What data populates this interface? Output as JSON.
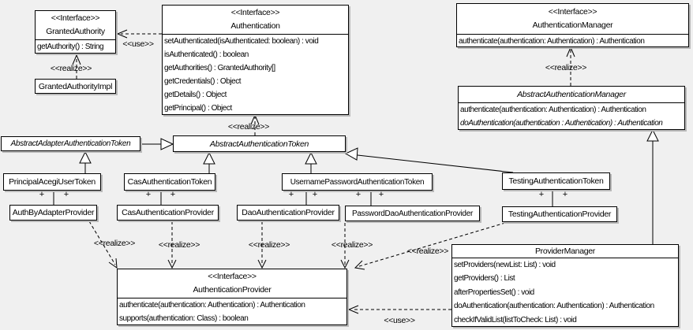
{
  "classes": {
    "granted_authority": {
      "stereotype": "<<Interface>>",
      "name": "GrantedAuthority",
      "methods": [
        "getAuthority() : String"
      ]
    },
    "granted_authority_impl": {
      "name": "GrantedAuthorityImpl"
    },
    "authentication": {
      "stereotype": "<<Interface>>",
      "name": "Authentication",
      "methods": [
        "setAuthenticated(isAuthenticated: boolean) : void",
        "isAuthenticated() : boolean",
        "getAuthorities() : GrantedAuthority[]",
        "getCredentials() : Object",
        "getDetails() : Object",
        "getPrincipal() : Object"
      ]
    },
    "authentication_manager": {
      "stereotype": "<<Interface>>",
      "name": "AuthenticationManager",
      "methods": [
        "authenticate(authentication: Authentication) : Authentication"
      ]
    },
    "abstract_authentication_manager": {
      "name": "AbstractAuthenticationManager",
      "methods": [
        "authenticate(authentication: Authentication) : Authentication",
        "doAuthentication(authentication : Authentication) : Authentication"
      ]
    },
    "abstract_adapter_authentication_token": {
      "name": "AbstractAdapterAuthenticationToken"
    },
    "abstract_authentication_token": {
      "name": "AbstractAuthenticationToken"
    },
    "principal_acegi_user_token": {
      "name": "PrincipalAcegiUserToken"
    },
    "cas_authentication_token": {
      "name": "CasAuthenticationToken"
    },
    "username_password_authentication_token": {
      "name": "UsernamePasswordAuthenticationToken"
    },
    "testing_authentication_token": {
      "name": "TestingAuthenticationToken"
    },
    "auth_by_adapter_provider": {
      "name": "AuthByAdapterProvider"
    },
    "cas_authentication_provider": {
      "name": "CasAuthenticationProvider"
    },
    "dao_authentication_provider": {
      "name": "DaoAuthenticationProvider"
    },
    "password_dao_authentication_provider": {
      "name": "PasswordDaoAuthenticationProvider"
    },
    "testing_authentication_provider": {
      "name": "TestingAuthenticationProvider"
    },
    "authentication_provider": {
      "stereotype": "<<Interface>>",
      "name": "AuthenticationProvider",
      "methods": [
        "authenticate(authentication: Authentication) : Authentication",
        "supports(authentication: Class) : boolean"
      ]
    },
    "provider_manager": {
      "name": "ProviderManager",
      "methods": [
        "setProviders(newList: List) : void",
        "getProviders() : List",
        "afterPropertiesSet() : void",
        "doAuthentication(authentication: Authentication) : Authentication",
        "checkIfValidList(listToCheck: List) : void"
      ]
    }
  },
  "edge_labels": {
    "use": "<<use>>",
    "realize": "<<realize>>",
    "plus": "+"
  },
  "colors": {
    "background": "#f0f0f0",
    "box_fill": "#ffffff",
    "line": "#000000",
    "shadow": "#b9b9b9"
  }
}
